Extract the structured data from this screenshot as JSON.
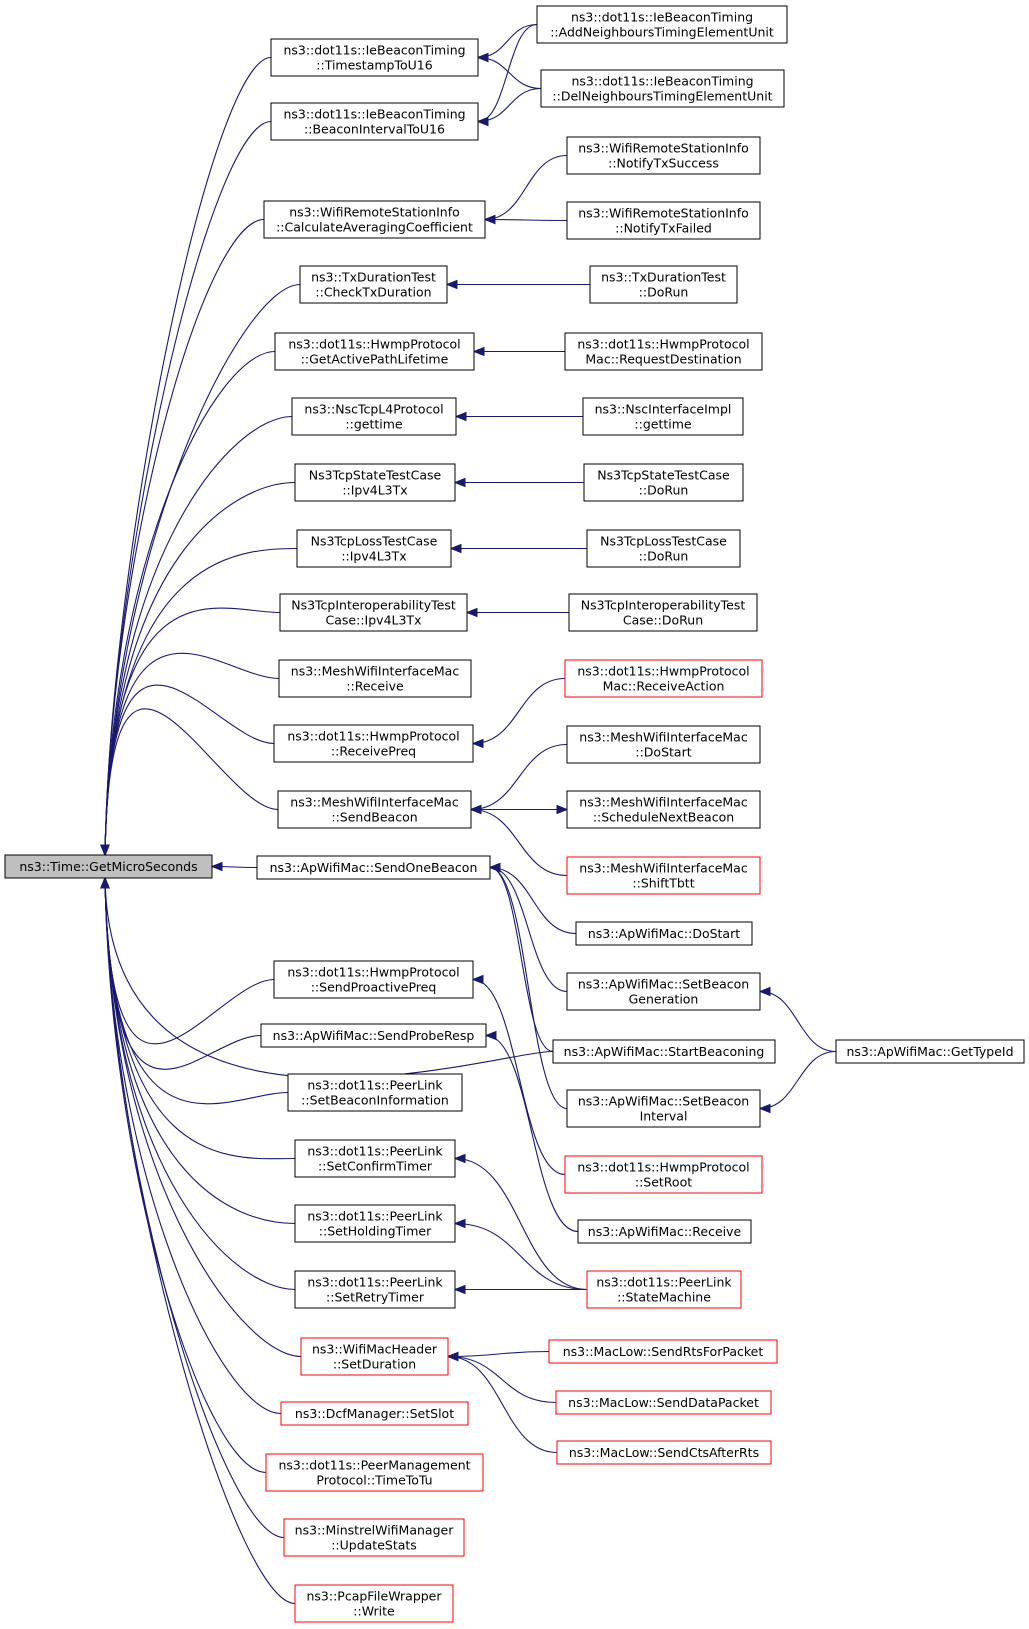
{
  "root": {
    "id": "root",
    "lines": [
      "ns3::Time::GetMicroSeconds"
    ]
  },
  "colors": {
    "edge": "#191970",
    "normal_border": "#000000",
    "red_border": "#ff0000",
    "root_fill": "#bfbfbf"
  },
  "nodes": [
    {
      "id": "ts16",
      "lines": [
        "ns3::dot11s::IeBeaconTiming",
        "::TimestampToU16"
      ],
      "red": false
    },
    {
      "id": "bi16",
      "lines": [
        "ns3::dot11s::IeBeaconTiming",
        "::BeaconIntervalToU16"
      ],
      "red": false
    },
    {
      "id": "addn",
      "lines": [
        "ns3::dot11s::IeBeaconTiming",
        "::AddNeighboursTimingElementUnit"
      ],
      "red": false
    },
    {
      "id": "deln",
      "lines": [
        "ns3::dot11s::IeBeaconTiming",
        "::DelNeighboursTimingElementUnit"
      ],
      "red": false
    },
    {
      "id": "calc",
      "lines": [
        "ns3::WifiRemoteStationInfo",
        "::CalculateAveragingCoefficient"
      ],
      "red": false
    },
    {
      "id": "notok",
      "lines": [
        "ns3::WifiRemoteStationInfo",
        "::NotifyTxSuccess"
      ],
      "red": false
    },
    {
      "id": "nofail",
      "lines": [
        "ns3::WifiRemoteStationInfo",
        "::NotifyTxFailed"
      ],
      "red": false
    },
    {
      "id": "ctx",
      "lines": [
        "ns3::TxDurationTest",
        "::CheckTxDuration"
      ],
      "red": false
    },
    {
      "id": "txrun",
      "lines": [
        "ns3::TxDurationTest",
        "::DoRun"
      ],
      "red": false
    },
    {
      "id": "gapl",
      "lines": [
        "ns3::dot11s::HwmpProtocol",
        "::GetActivePathLifetime"
      ],
      "red": false
    },
    {
      "id": "reqd",
      "lines": [
        "ns3::dot11s::HwmpProtocol",
        "Mac::RequestDestination"
      ],
      "red": false
    },
    {
      "id": "nscg",
      "lines": [
        "ns3::NscTcpL4Protocol",
        "::gettime"
      ],
      "red": false
    },
    {
      "id": "nsci",
      "lines": [
        "ns3::NscInterfaceImpl",
        "::gettime"
      ],
      "red": false
    },
    {
      "id": "stip",
      "lines": [
        "Ns3TcpStateTestCase",
        "::Ipv4L3Tx"
      ],
      "red": false
    },
    {
      "id": "strun",
      "lines": [
        "Ns3TcpStateTestCase",
        "::DoRun"
      ],
      "red": false
    },
    {
      "id": "lsip",
      "lines": [
        "Ns3TcpLossTestCase",
        "::Ipv4L3Tx"
      ],
      "red": false
    },
    {
      "id": "lsrun",
      "lines": [
        "Ns3TcpLossTestCase",
        "::DoRun"
      ],
      "red": false
    },
    {
      "id": "inip",
      "lines": [
        "Ns3TcpInteroperabilityTest",
        "Case::Ipv4L3Tx"
      ],
      "red": false
    },
    {
      "id": "inrun",
      "lines": [
        "Ns3TcpInteroperabilityTest",
        "Case::DoRun"
      ],
      "red": false
    },
    {
      "id": "mwrecv",
      "lines": [
        "ns3::MeshWifiInterfaceMac",
        "::Receive"
      ],
      "red": false
    },
    {
      "id": "recact",
      "lines": [
        "ns3::dot11s::HwmpProtocol",
        "Mac::ReceiveAction"
      ],
      "red": true
    },
    {
      "id": "rpreq",
      "lines": [
        "ns3::dot11s::HwmpProtocol",
        "::ReceivePreq"
      ],
      "red": false
    },
    {
      "id": "mwstart",
      "lines": [
        "ns3::MeshWifiInterfaceMac",
        "::DoStart"
      ],
      "red": false
    },
    {
      "id": "sbeac",
      "lines": [
        "ns3::MeshWifiInterfaceMac",
        "::SendBeacon"
      ],
      "red": false
    },
    {
      "id": "snb",
      "lines": [
        "ns3::MeshWifiInterfaceMac",
        "::ScheduleNextBeacon"
      ],
      "red": false
    },
    {
      "id": "shift",
      "lines": [
        "ns3::MeshWifiInterfaceMac",
        "::ShiftTbtt"
      ],
      "red": true
    },
    {
      "id": "sob",
      "lines": [
        "ns3::ApWifiMac::SendOneBeacon"
      ],
      "red": false
    },
    {
      "id": "apstart",
      "lines": [
        "ns3::ApWifiMac::DoStart"
      ],
      "red": false
    },
    {
      "id": "spp",
      "lines": [
        "ns3::dot11s::HwmpProtocol",
        "::SendProactivePreq"
      ],
      "red": false
    },
    {
      "id": "sbg",
      "lines": [
        "ns3::ApWifiMac::SetBeacon",
        "Generation"
      ],
      "red": false
    },
    {
      "id": "spr",
      "lines": [
        "ns3::ApWifiMac::SendProbeResp"
      ],
      "red": false
    },
    {
      "id": "stb",
      "lines": [
        "ns3::ApWifiMac::StartBeaconing"
      ],
      "red": false
    },
    {
      "id": "gti",
      "lines": [
        "ns3::ApWifiMac::GetTypeId"
      ],
      "red": false
    },
    {
      "id": "sbi",
      "lines": [
        "ns3::dot11s::PeerLink",
        "::SetBeaconInformation"
      ],
      "red": false
    },
    {
      "id": "sbint",
      "lines": [
        "ns3::ApWifiMac::SetBeacon",
        "Interval"
      ],
      "red": false
    },
    {
      "id": "sct",
      "lines": [
        "ns3::dot11s::PeerLink",
        "::SetConfirmTimer"
      ],
      "red": false
    },
    {
      "id": "sroot",
      "lines": [
        "ns3::dot11s::HwmpProtocol",
        "::SetRoot"
      ],
      "red": true
    },
    {
      "id": "shtm",
      "lines": [
        "ns3::dot11s::PeerLink",
        "::SetHoldingTimer"
      ],
      "red": false
    },
    {
      "id": "aprecv",
      "lines": [
        "ns3::ApWifiMac::Receive"
      ],
      "red": false
    },
    {
      "id": "srt",
      "lines": [
        "ns3::dot11s::PeerLink",
        "::SetRetryTimer"
      ],
      "red": false
    },
    {
      "id": "stm",
      "lines": [
        "ns3::dot11s::PeerLink",
        "::StateMachine"
      ],
      "red": true
    },
    {
      "id": "sdur",
      "lines": [
        "ns3::WifiMacHeader",
        "::SetDuration"
      ],
      "red": true
    },
    {
      "id": "srts",
      "lines": [
        "ns3::MacLow::SendRtsForPacket"
      ],
      "red": true
    },
    {
      "id": "sdp",
      "lines": [
        "ns3::MacLow::SendDataPacket"
      ],
      "red": true
    },
    {
      "id": "scts",
      "lines": [
        "ns3::MacLow::SendCtsAfterRts"
      ],
      "red": true
    },
    {
      "id": "sslot",
      "lines": [
        "ns3::DcfManager::SetSlot"
      ],
      "red": true
    },
    {
      "id": "tttu",
      "lines": [
        "ns3::dot11s::PeerManagement",
        "Protocol::TimeToTu"
      ],
      "red": true
    },
    {
      "id": "upst",
      "lines": [
        "ns3::MinstrelWifiManager",
        "::UpdateStats"
      ],
      "red": true
    },
    {
      "id": "pcap",
      "lines": [
        "ns3::PcapFileWrapper",
        "::Write"
      ],
      "red": true
    }
  ],
  "edges": [
    {
      "from": "ts16",
      "to": "root"
    },
    {
      "from": "bi16",
      "to": "root"
    },
    {
      "from": "calc",
      "to": "root"
    },
    {
      "from": "ctx",
      "to": "root"
    },
    {
      "from": "gapl",
      "to": "root"
    },
    {
      "from": "nscg",
      "to": "root"
    },
    {
      "from": "stip",
      "to": "root"
    },
    {
      "from": "lsip",
      "to": "root"
    },
    {
      "from": "inip",
      "to": "root"
    },
    {
      "from": "mwrecv",
      "to": "root"
    },
    {
      "from": "rpreq",
      "to": "root"
    },
    {
      "from": "sbeac",
      "to": "root"
    },
    {
      "from": "sob",
      "to": "root"
    },
    {
      "from": "stb",
      "to": "root"
    },
    {
      "from": "spp",
      "to": "root"
    },
    {
      "from": "spr",
      "to": "root"
    },
    {
      "from": "sbi",
      "to": "root"
    },
    {
      "from": "sct",
      "to": "root"
    },
    {
      "from": "shtm",
      "to": "root"
    },
    {
      "from": "srt",
      "to": "root"
    },
    {
      "from": "sdur",
      "to": "root"
    },
    {
      "from": "sslot",
      "to": "root"
    },
    {
      "from": "tttu",
      "to": "root"
    },
    {
      "from": "upst",
      "to": "root"
    },
    {
      "from": "pcap",
      "to": "root"
    },
    {
      "from": "addn",
      "to": "ts16"
    },
    {
      "from": "deln",
      "to": "ts16"
    },
    {
      "from": "addn",
      "to": "bi16"
    },
    {
      "from": "deln",
      "to": "bi16"
    },
    {
      "from": "notok",
      "to": "calc"
    },
    {
      "from": "nofail",
      "to": "calc"
    },
    {
      "from": "txrun",
      "to": "ctx"
    },
    {
      "from": "reqd",
      "to": "gapl"
    },
    {
      "from": "nsci",
      "to": "nscg"
    },
    {
      "from": "strun",
      "to": "stip"
    },
    {
      "from": "lsrun",
      "to": "lsip"
    },
    {
      "from": "inrun",
      "to": "inip"
    },
    {
      "from": "recact",
      "to": "rpreq"
    },
    {
      "from": "mwstart",
      "to": "sbeac"
    },
    {
      "from": "snb",
      "to": "sbeac"
    },
    {
      "from": "shift",
      "to": "sbeac"
    },
    {
      "from": "sbeac",
      "to": "snb"
    },
    {
      "from": "apstart",
      "to": "sob"
    },
    {
      "from": "sbg",
      "to": "sob"
    },
    {
      "from": "stb",
      "to": "sob"
    },
    {
      "from": "sbint",
      "to": "sob"
    },
    {
      "from": "gti",
      "to": "sbg"
    },
    {
      "from": "gti",
      "to": "sbint"
    },
    {
      "from": "sroot",
      "to": "spp"
    },
    {
      "from": "aprecv",
      "to": "spr"
    },
    {
      "from": "stm",
      "to": "sct"
    },
    {
      "from": "stm",
      "to": "shtm"
    },
    {
      "from": "stm",
      "to": "srt"
    },
    {
      "from": "srts",
      "to": "sdur"
    },
    {
      "from": "sdp",
      "to": "sdur"
    },
    {
      "from": "scts",
      "to": "sdur"
    }
  ]
}
